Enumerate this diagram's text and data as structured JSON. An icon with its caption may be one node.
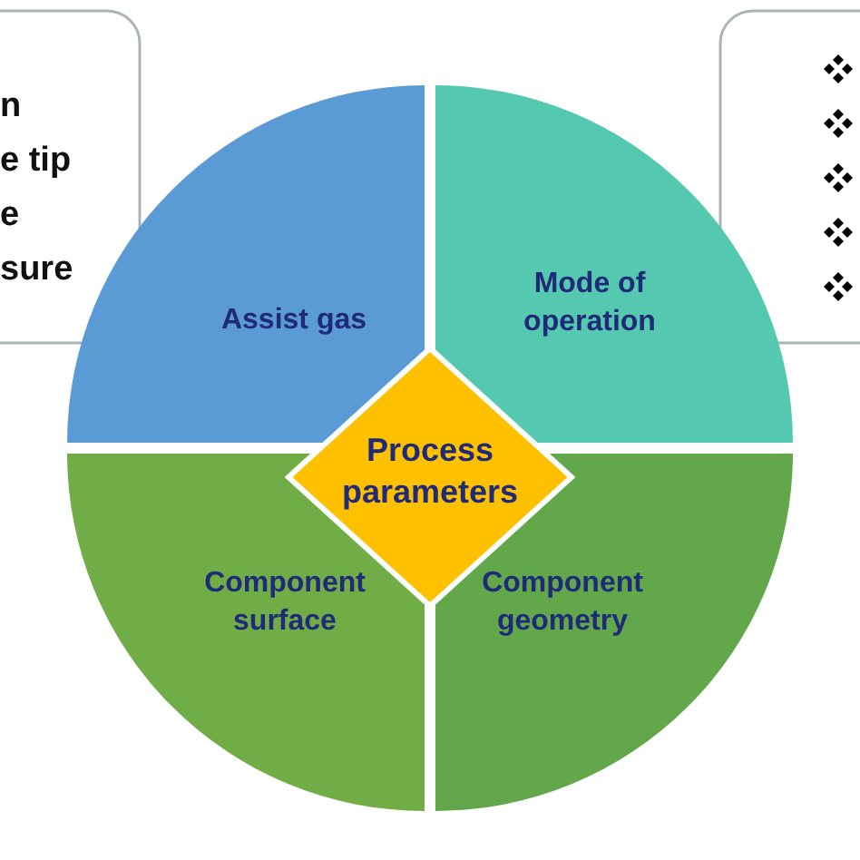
{
  "diagram": {
    "nodes": [
      {
        "text": [
          "n",
          "e tip",
          "e",
          "sure"
        ]
      },
      {
        "text": [],
        "shape": "box"
      },
      {
        "text": [
          "Assist gas"
        ]
      },
      {
        "text": [
          "Mode of operation"
        ]
      },
      {
        "text": [
          "Process parameters"
        ]
      },
      {
        "text": [
          "Component surface"
        ]
      },
      {
        "text": [
          "Component geometry"
        ]
      }
    ],
    "edges": []
  }
}
